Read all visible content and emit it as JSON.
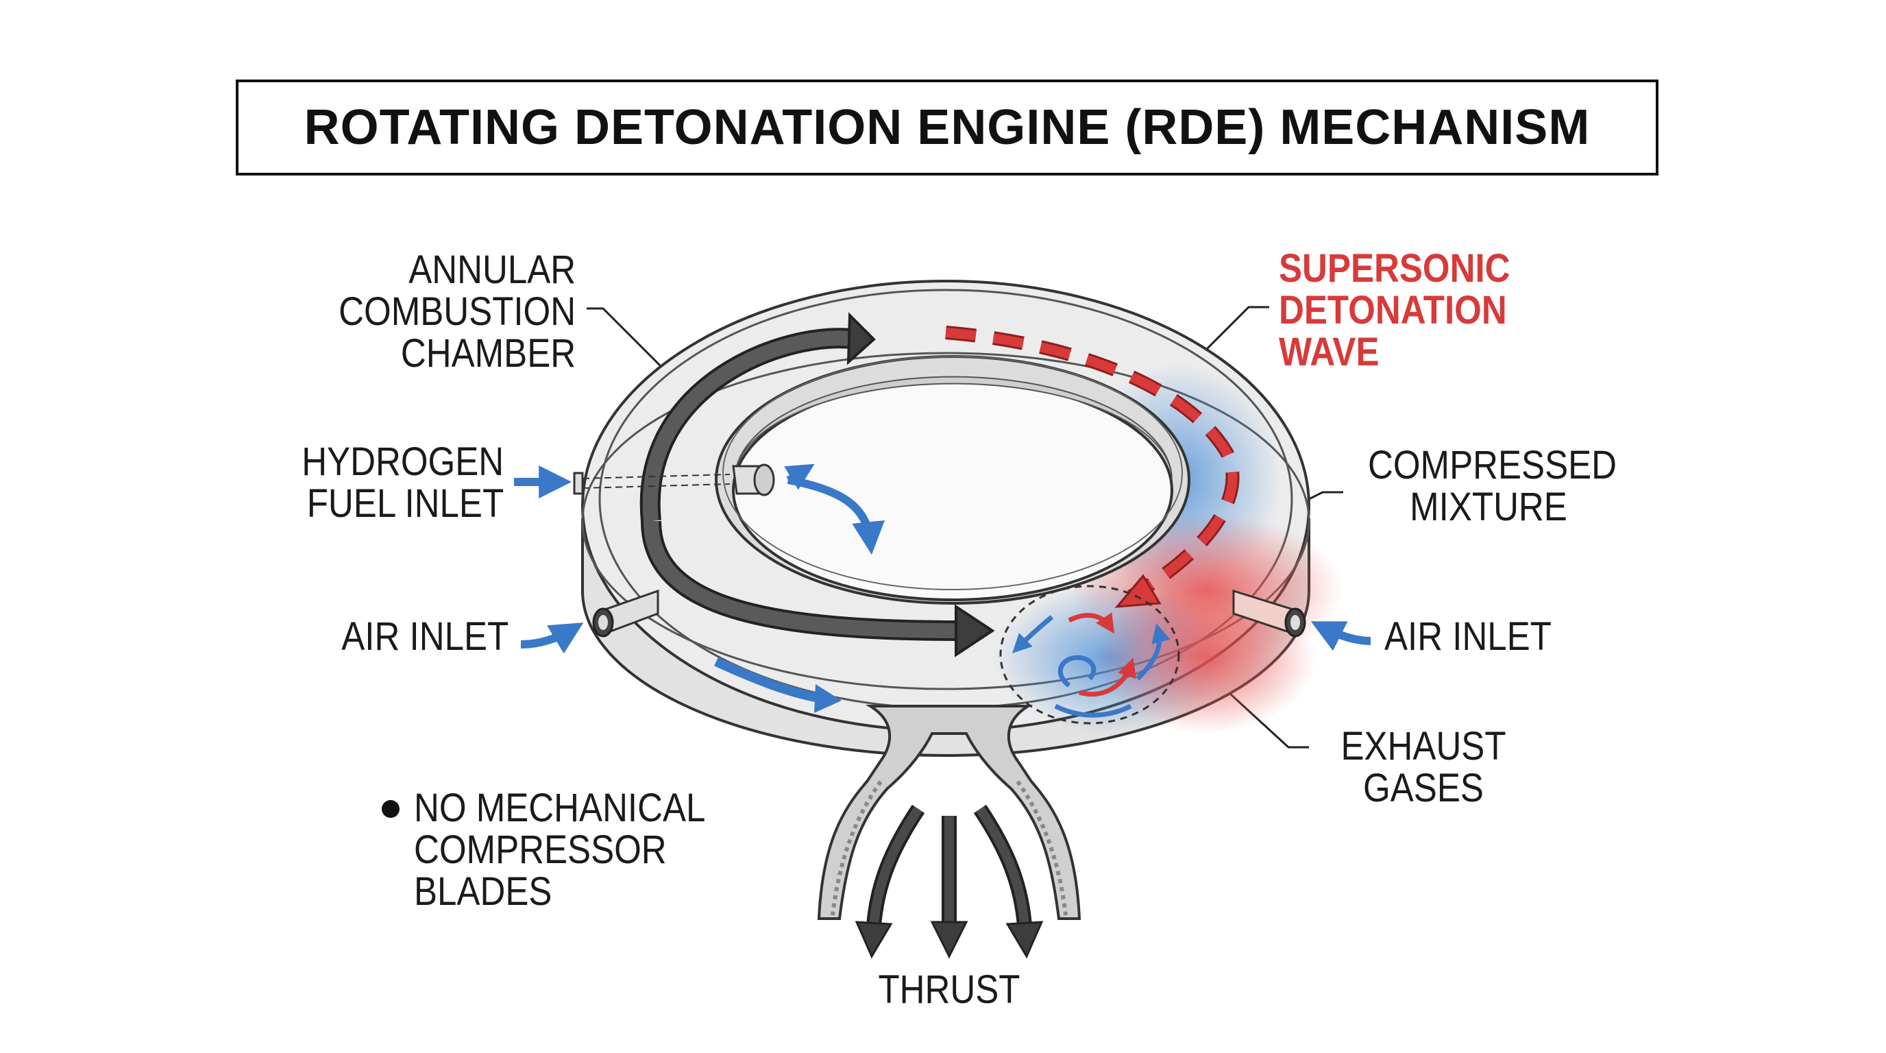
{
  "title": "ROTATING DETONATION ENGINE (RDE) MECHANISM",
  "labels": {
    "annular_chamber": [
      "ANNULAR",
      "COMBUSTION",
      "CHAMBER"
    ],
    "hydrogen_inlet": [
      "HYDROGEN",
      "FUEL INLET"
    ],
    "air_inlet_left": [
      "AIR INLET"
    ],
    "supersonic_wave": [
      "SUPERSONIC",
      "DETONATION",
      "WAVE"
    ],
    "compressed_mixture": [
      "COMPRESSED",
      "MIXTURE"
    ],
    "air_inlet_right": [
      "AIR INLET"
    ],
    "exhaust_gases": [
      "EXHAUST",
      "GASES"
    ],
    "thrust": [
      "THRUST"
    ],
    "note": [
      "NO MECHANICAL",
      "COMPRESSOR",
      "BLADES"
    ]
  },
  "colors": {
    "outline": "#333333",
    "metal": "#e6e6e6",
    "metal_dark": "#c8c8c8",
    "flow_arrow": "#3d3d3d",
    "blue": "#3a78c8",
    "red": "#d83a3a"
  }
}
